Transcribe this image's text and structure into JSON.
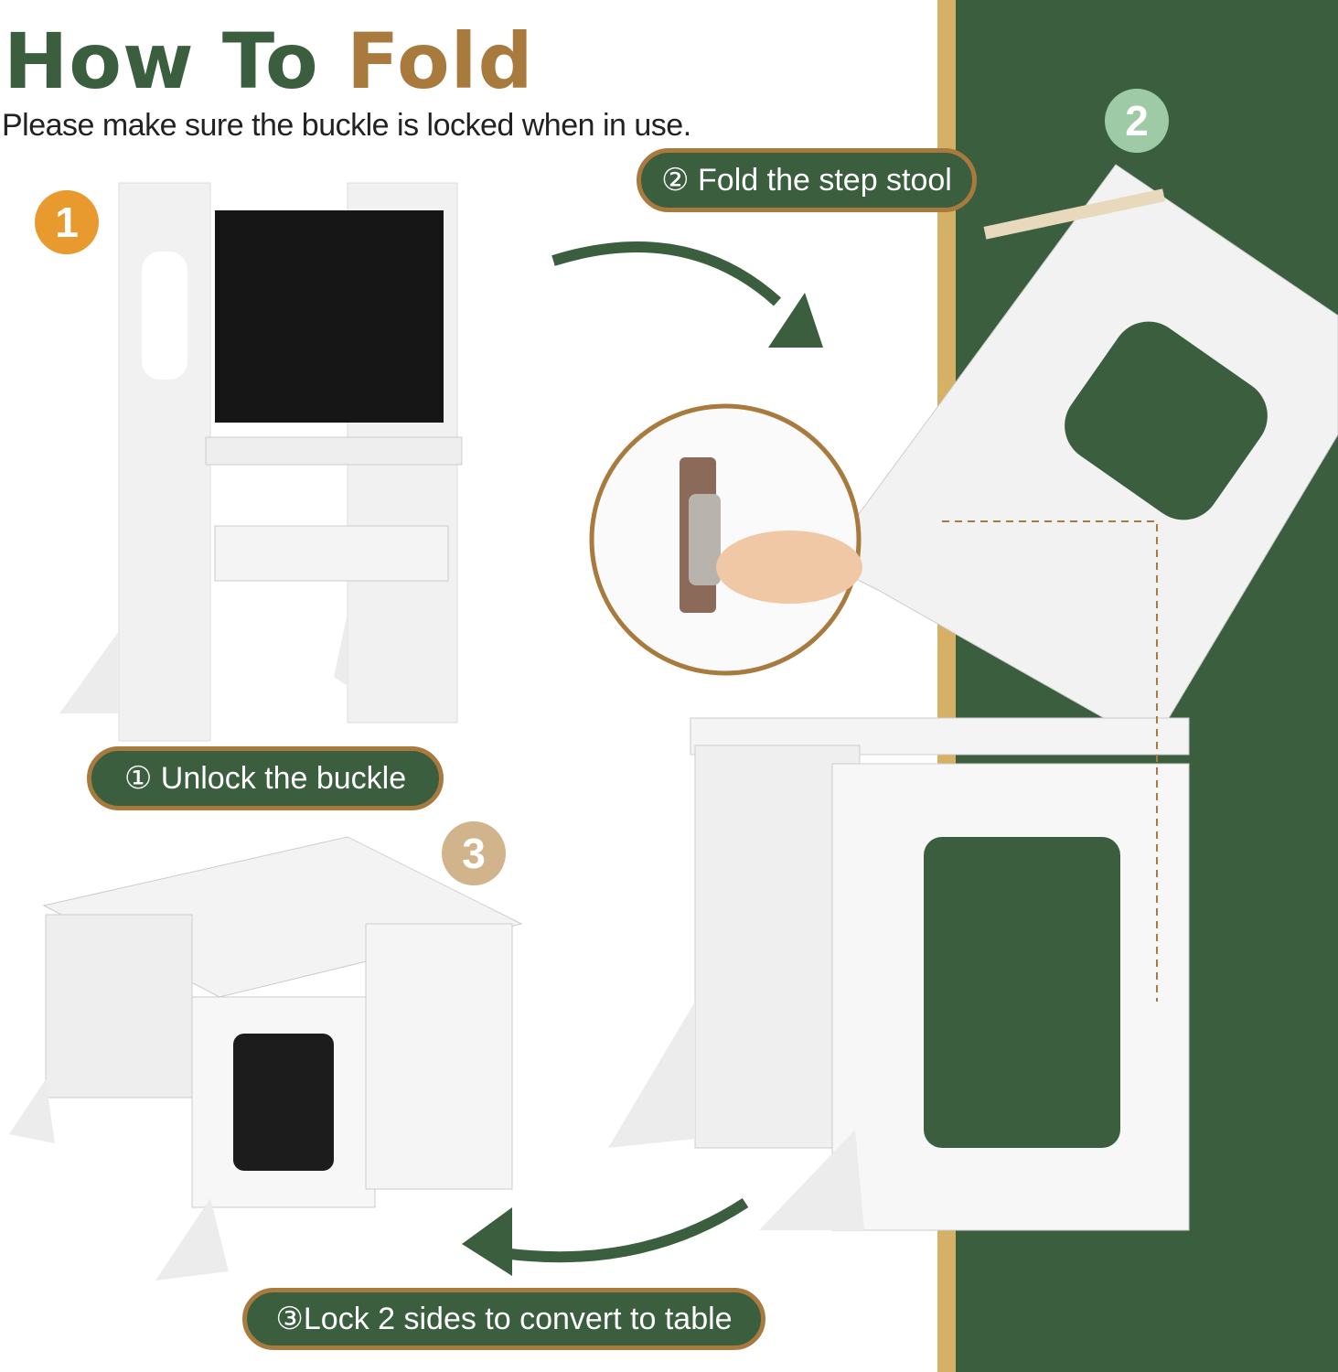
{
  "header": {
    "title_part1": "How To",
    "title_part2": "Fold",
    "subtitle": "Please make sure the buckle is locked when in use."
  },
  "steps": [
    {
      "number": "1",
      "label": "① Unlock the buckle",
      "badge_color": "#e99a2e"
    },
    {
      "number": "2",
      "label": "② Fold the step stool",
      "badge_color": "#9fcaa6"
    },
    {
      "number": "3",
      "label": "③Lock 2 sides to convert to table",
      "badge_color": "#d2b48c"
    }
  ],
  "colors": {
    "green": "#3b5e3f",
    "brown": "#a87a3e",
    "gold": "#d6b065"
  }
}
